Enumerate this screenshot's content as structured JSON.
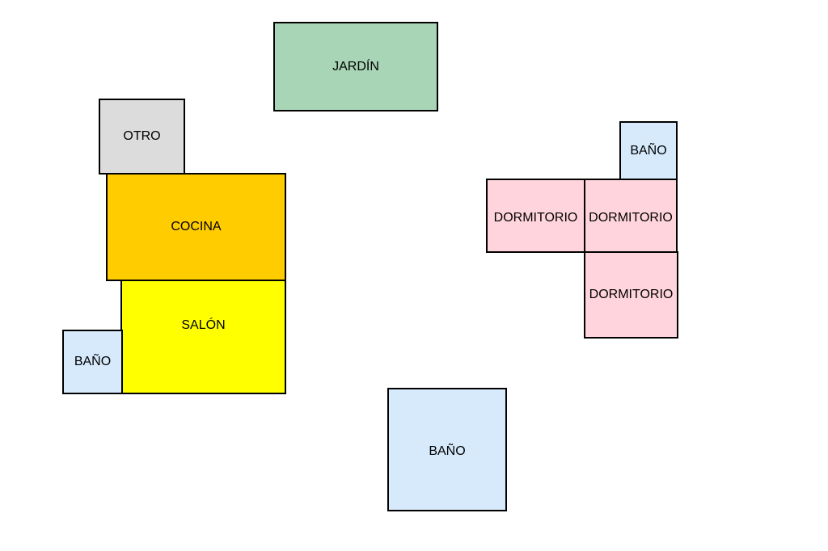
{
  "rooms": {
    "jardin": {
      "label": "JARDÍN",
      "color": "#a8d5b5"
    },
    "otro": {
      "label": "OTRO",
      "color": "#dcdcdc"
    },
    "cocina": {
      "label": "COCINA",
      "color": "#ffcc00"
    },
    "salon": {
      "label": "SALÓN",
      "color": "#ffff00"
    },
    "bano_1": {
      "label": "BAÑO",
      "color": "#d6eafc"
    },
    "bano_2": {
      "label": "BAÑO",
      "color": "#d6eafc"
    },
    "dorm_1": {
      "label": "DORMITORIO",
      "color": "#ffd4dc"
    },
    "dorm_2": {
      "label": "DORMITORIO",
      "color": "#ffd4dc"
    },
    "dorm_3": {
      "label": "DORMITORIO",
      "color": "#ffd4dc"
    },
    "bano_3": {
      "label": "BAÑO",
      "color": "#d6eafc"
    }
  }
}
